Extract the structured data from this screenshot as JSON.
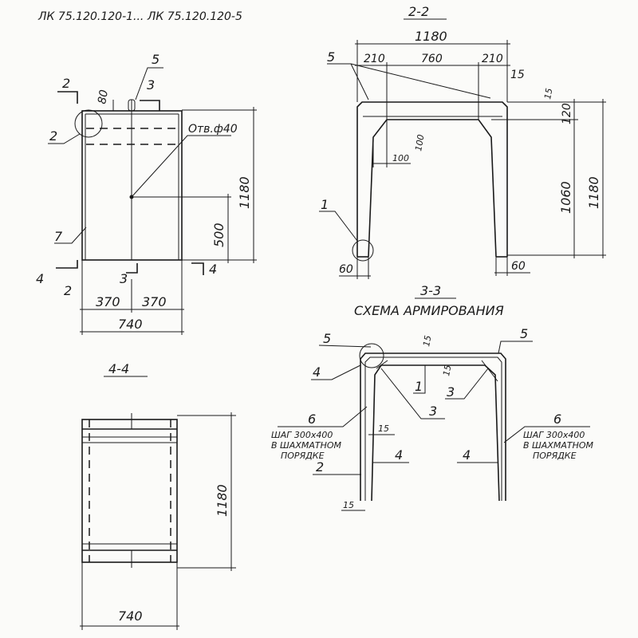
{
  "title": "ЛК 75.120.120-1... ЛК 75.120.120-5",
  "plan_view": {
    "callouts": {
      "c5": "5",
      "c3_section": "3",
      "c2_section": "2",
      "c2": "2",
      "c7": "7",
      "c4_section": "4",
      "c2_bottom": "2",
      "c3_bottom": "3",
      "c4_right": "4"
    },
    "hole_label": "Отв.ф40",
    "dims": {
      "d80": "80",
      "d1180": "1180",
      "d500": "500",
      "d370a": "370",
      "d370b": "370",
      "d740": "740"
    }
  },
  "section_2_2": {
    "label": "2-2",
    "callouts": {
      "c5": "5",
      "c1": "1"
    },
    "dims": {
      "d1180": "1180",
      "d210a": "210",
      "d760": "760",
      "d210b": "210",
      "d15a": "15",
      "d15b": "15",
      "d120": "120",
      "d1060": "1060",
      "d1180v": "1180",
      "d100a": "100",
      "d100b": "100",
      "d60a": "60",
      "d60b": "60"
    }
  },
  "section_3_3": {
    "label": "3-3",
    "subtitle": "СХЕМА АРМИРОВАНИЯ",
    "callouts": {
      "c5a": "5",
      "c5b": "5",
      "c4a": "4",
      "c1": "1",
      "c3a": "3",
      "c3b": "3",
      "c6a": "6",
      "c6b": "6",
      "c4b": "4",
      "c4c": "4",
      "c2": "2"
    },
    "dims": {
      "d15a": "15",
      "d15b": "15",
      "d15c": "15",
      "d15d": "15"
    },
    "note_left": [
      "ШАГ 300х400",
      "В ШАХМАТНОМ",
      "ПОРЯДКЕ"
    ],
    "note_right": [
      "ШАГ 300х400",
      "В ШАХМАТНОМ",
      "ПОРЯДКЕ"
    ]
  },
  "section_4_4": {
    "label": "4-4",
    "dims": {
      "d1180": "1180",
      "d740": "740"
    }
  }
}
